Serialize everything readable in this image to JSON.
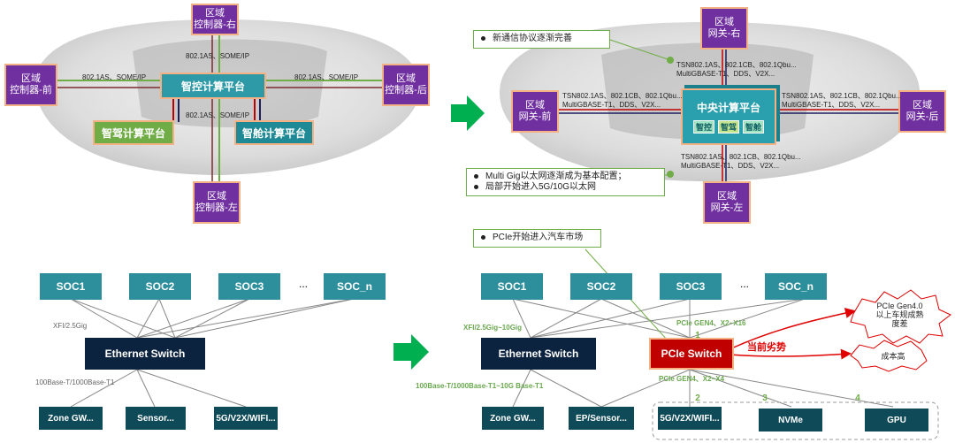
{
  "top_left": {
    "zone_right": "区域\n控制器-右",
    "zone_front": "区域\n控制器-前",
    "zone_rear": "区域\n控制器-后",
    "zone_left": "区域\n控制器-左",
    "central": "智控计算平台",
    "adas": "智驾计算平台",
    "cabin": "智舱计算平台",
    "link_top": "802.1AS、SOME/IP",
    "link_left": "802.1AS、SOME/IP",
    "link_right": "802.1AS、SOME/IP",
    "link_bottom": "802.1AS、SOME/IP"
  },
  "top_right": {
    "gw_right": "区域\n网关-右",
    "gw_front": "区域\n网关-前",
    "gw_rear": "区域\n网关-后",
    "gw_left": "区域\n网关-左",
    "central": "中央计算平台",
    "chips": [
      "智控",
      "智驾",
      "智舱"
    ],
    "link_top": "TSN802.1AS、802.1CB、802.1Qbu...\nMultiGBASE-T1、DDS、V2X...",
    "link_left": "TSN802.1AS、802.1CB、802.1Qbu...\nMultiGBASE-T1、DDS、V2X...",
    "link_right": "TSN802.1AS、802.1CB、802.1Qbu...\nMultiGBASE-T1、DDS、V2X...",
    "link_bottom": "TSN802.1AS、802.1CB、802.1Qbu...\nMultiGBASE-T1、DDS、V2X...",
    "note1": "新通信协议逐渐完善",
    "note2a": "Multi Gig以太网逐渐成为基本配置；",
    "note2b": "局部开始进入5G/10G以太网"
  },
  "bottom_left": {
    "socs": [
      "SOC1",
      "SOC2",
      "SOC3",
      "...",
      "SOC_n"
    ],
    "switch": "Ethernet Switch",
    "link_top": "XFI/2.5Gig",
    "link_bottom": "100Base-T/1000Base-T1",
    "leaves": [
      "Zone GW...",
      "Sensor...",
      "5G/V2X/WIFI..."
    ]
  },
  "bottom_right": {
    "note": "PCIe开始进入汽车市场",
    "socs": [
      "SOC1",
      "SOC2",
      "SOC3",
      "...",
      "SOC_n"
    ],
    "eth_switch": "Ethernet Switch",
    "pcie_switch": "PCIe Switch",
    "link_top_eth": "XFI/2.5Gig~10Gig",
    "link_top_pcie": "PCIe GEN4、X2~X16",
    "link_bottom_eth": "100Base-T/1000Base-T1~10G Base-T1",
    "link_bottom_pcie": "PCIe GEN4、X2~X4",
    "leaves": [
      "Zone GW...",
      "EP/Sensor...",
      "5G/V2X/WIFI...",
      "NVMe",
      "GPU"
    ],
    "numbers": [
      "1",
      "2",
      "3",
      "4"
    ],
    "trend": "当前劣势",
    "cloud1": "PCIe Gen4.0\n以上车规成熟\n度差",
    "cloud2": "成本高"
  },
  "colors": {
    "zone": "#7030a0",
    "teal": "#2e9aa8",
    "adas": "#70ad47",
    "dark": "#0c2340",
    "red": "#c00000",
    "border": "#f4b183"
  }
}
